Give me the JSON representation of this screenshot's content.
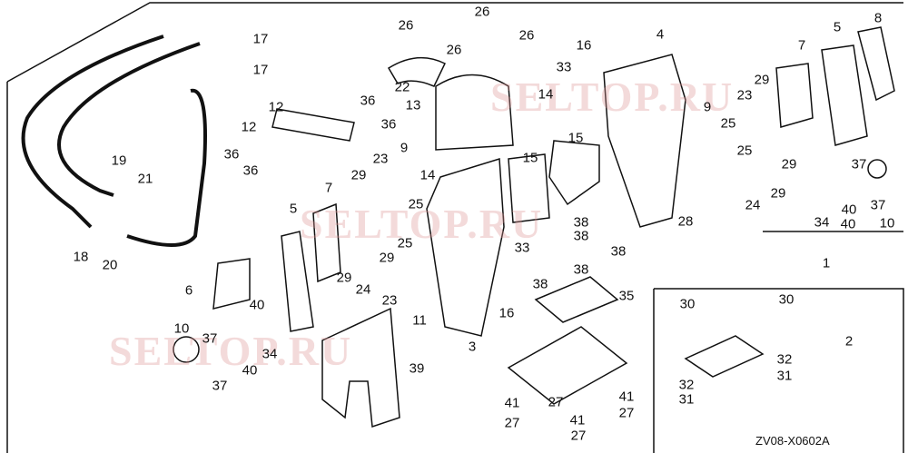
{
  "diagram": {
    "drawing_code": "ZV08-X0602A",
    "watermark": "SELTOP.RU",
    "part_labels": [
      "26",
      "26",
      "26",
      "26",
      "17",
      "17",
      "22",
      "13",
      "12",
      "12",
      "36",
      "36",
      "36",
      "36",
      "16",
      "16",
      "33",
      "33",
      "14",
      "14",
      "4",
      "5",
      "5",
      "8",
      "7",
      "7",
      "29",
      "29",
      "29",
      "29",
      "29",
      "29",
      "23",
      "23",
      "23",
      "25",
      "25",
      "25",
      "25",
      "9",
      "9",
      "15",
      "15",
      "19",
      "21",
      "18",
      "20",
      "6",
      "28",
      "24",
      "24",
      "37",
      "37",
      "37",
      "37",
      "10",
      "10",
      "34",
      "34",
      "40",
      "40",
      "40",
      "40",
      "1",
      "2",
      "3",
      "11",
      "30",
      "30",
      "32",
      "32",
      "31",
      "31",
      "35",
      "38",
      "38",
      "38",
      "38",
      "38",
      "39",
      "41",
      "41",
      "41",
      "27",
      "27",
      "27",
      "27"
    ]
  }
}
